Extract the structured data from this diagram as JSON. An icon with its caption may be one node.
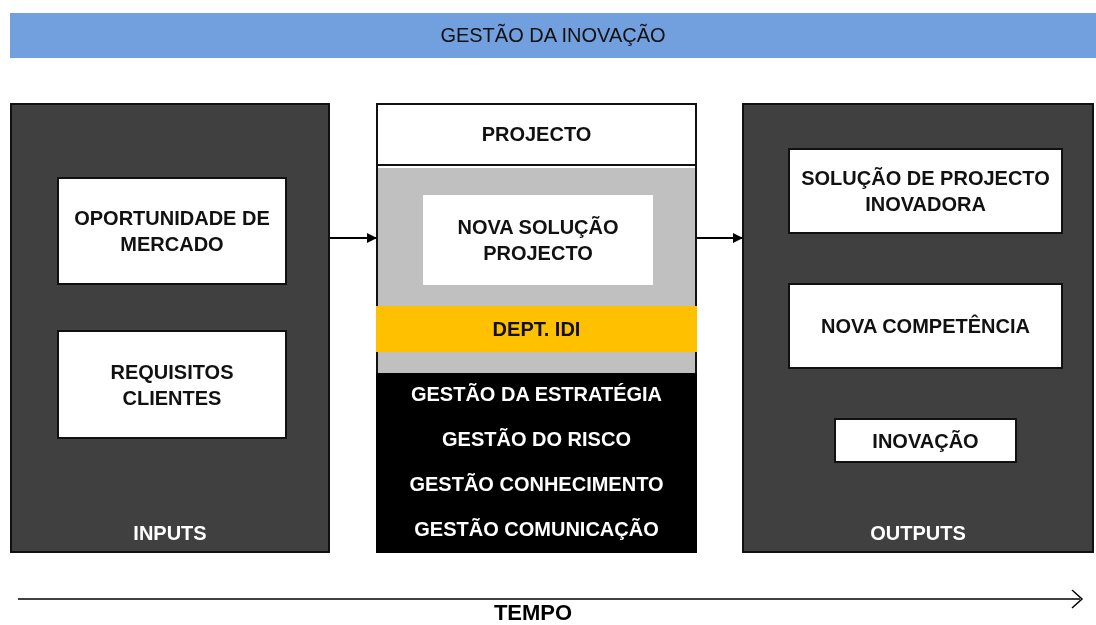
{
  "diagram": {
    "title": "GESTÃO DA INOVAÇÃO",
    "nodes": [
      {
        "text": [
          "INPUTS"
        ]
      },
      {
        "text": [
          "OPORTUNIDADE DE MERCADO"
        ],
        "in": 0
      },
      {
        "text": [
          "REQUISITOS CLIENTES"
        ],
        "in": 0
      },
      {
        "text": [
          "PROJECTO"
        ]
      },
      {
        "text": [
          "NOVA SOLUÇÃO PROJECTO"
        ],
        "in": 3
      },
      {
        "text": [
          "DEPT. IDI"
        ],
        "in": 3
      },
      {
        "text": [
          "GESTÃO DA ESTRATÉGIA",
          "GESTÃO DO RISCO",
          "GESTÃO CONHECIMENTO",
          "GESTÃO COMUNICAÇÃO"
        ],
        "in": 3
      },
      {
        "text": [
          "OUTPUTS"
        ]
      },
      {
        "text": [
          "SOLUÇÃO DE PROJECTO INOVADORA"
        ],
        "in": 7
      },
      {
        "text": [
          "NOVA COMPETÊNCIA"
        ],
        "in": 7
      },
      {
        "text": [
          "INOVAÇÃO"
        ],
        "in": 7
      }
    ],
    "edges": [
      {
        "from": 0,
        "to": 3,
        "arrow": "to"
      },
      {
        "from": 3,
        "to": 7,
        "arrow": "to"
      }
    ],
    "labels": [
      "TEMPO"
    ]
  }
}
